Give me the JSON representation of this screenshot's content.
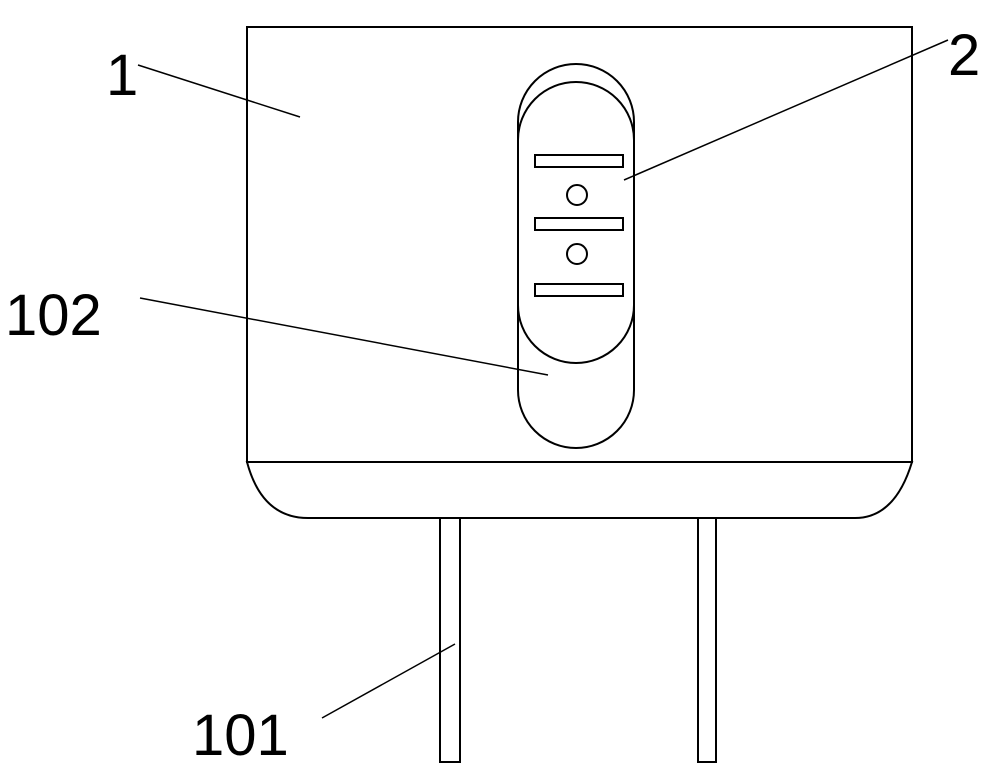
{
  "labels": {
    "body": "1",
    "slider": "2",
    "pins": "101",
    "track": "102"
  },
  "colors": {
    "stroke": "#000000",
    "fill": "#ffffff"
  }
}
